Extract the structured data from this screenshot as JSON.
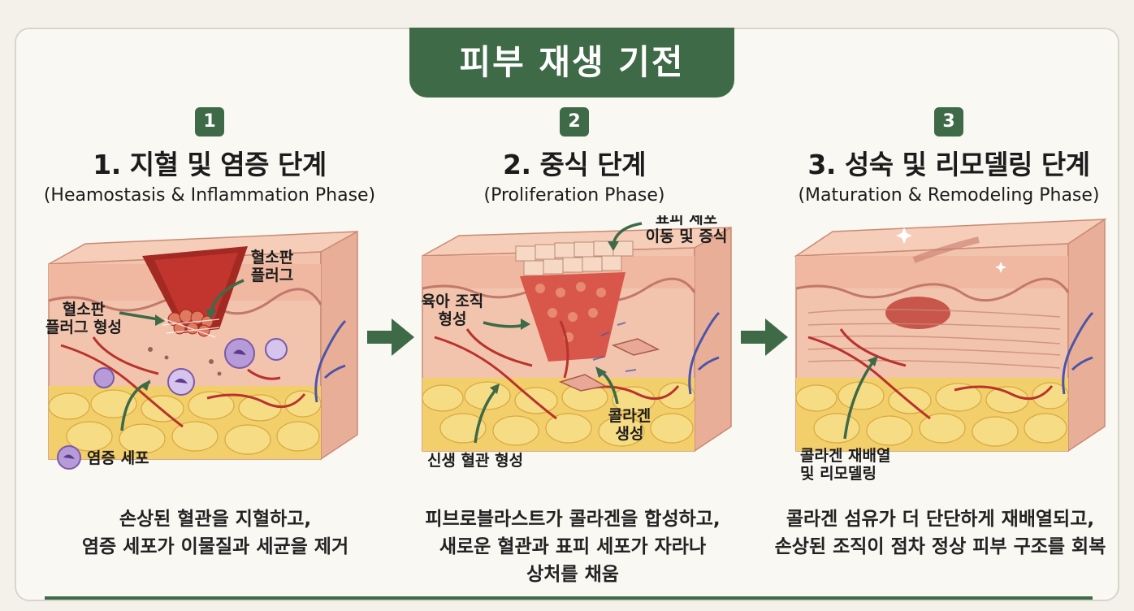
{
  "title": "피부 재생 기전",
  "phases": [
    {
      "number": "1",
      "title": "1. 지혈 및 염증 단계",
      "subtitle": "(Heamostasis & Inflammation Phase)",
      "labels": {
        "plug": "혈소판\n플러그",
        "plug_form": "혈소판\n플러그 형성",
        "cell": "염증 세포"
      },
      "description": [
        "손상된 혈관을 지혈하고,",
        "염증 세포가 이물질과 세균을 제거"
      ]
    },
    {
      "number": "2",
      "title": "2. 중식 단계",
      "subtitle": "(Proliferation Phase)",
      "labels": {
        "epi": "표피 세포\n이동 및 증식",
        "gran": "육아 조직\n형성",
        "vessel": "신생 혈관 형성",
        "collagen": "콜라겐\n생성"
      },
      "description": [
        "피브로블라스트가 콜라겐을 합성하고,",
        "새로운 혈관과 표피 세포가 자라나",
        "상처를 채움"
      ]
    },
    {
      "number": "3",
      "title": "3. 성숙 및 리모델링 단계",
      "subtitle": "(Maturation & Remodeling Phase)",
      "labels": {
        "remodel": "콜라겐 재배열\n및 리모델링"
      },
      "description": [
        "콜라겐 섬유가 더 단단하게 재배열되고,",
        "손상된 조직이 점차 정상 피부 구조를 회복"
      ]
    }
  ],
  "colors": {
    "accent": "#3e6a47",
    "epidermis": "#f0b8a0",
    "dermis": "#f3c4ad",
    "fat": "#f2cf6a",
    "blood": "#c1352e",
    "vein": "#4a55a8"
  }
}
